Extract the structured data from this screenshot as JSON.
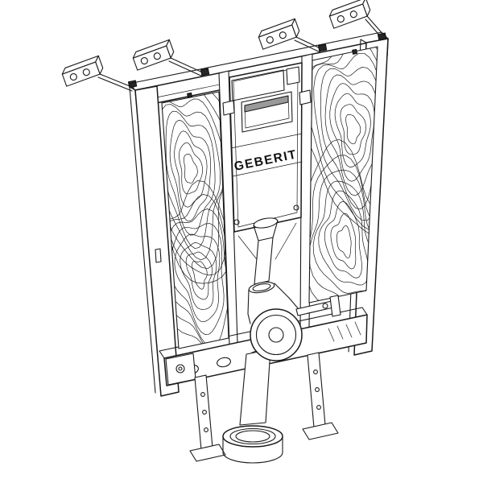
{
  "illustration": {
    "brand_label": "GEBERIT",
    "line_color": "#1a1a1a",
    "background_color": "#ffffff",
    "hatch_color": "#4a4a4a",
    "parts": [
      "wall-bracket",
      "mounting-frame",
      "wood-panel-left",
      "wood-panel-right",
      "concealed-cistern",
      "inspection-opening",
      "flush-pipe",
      "drain-bend",
      "floor-collar",
      "adjustable-foot"
    ]
  }
}
